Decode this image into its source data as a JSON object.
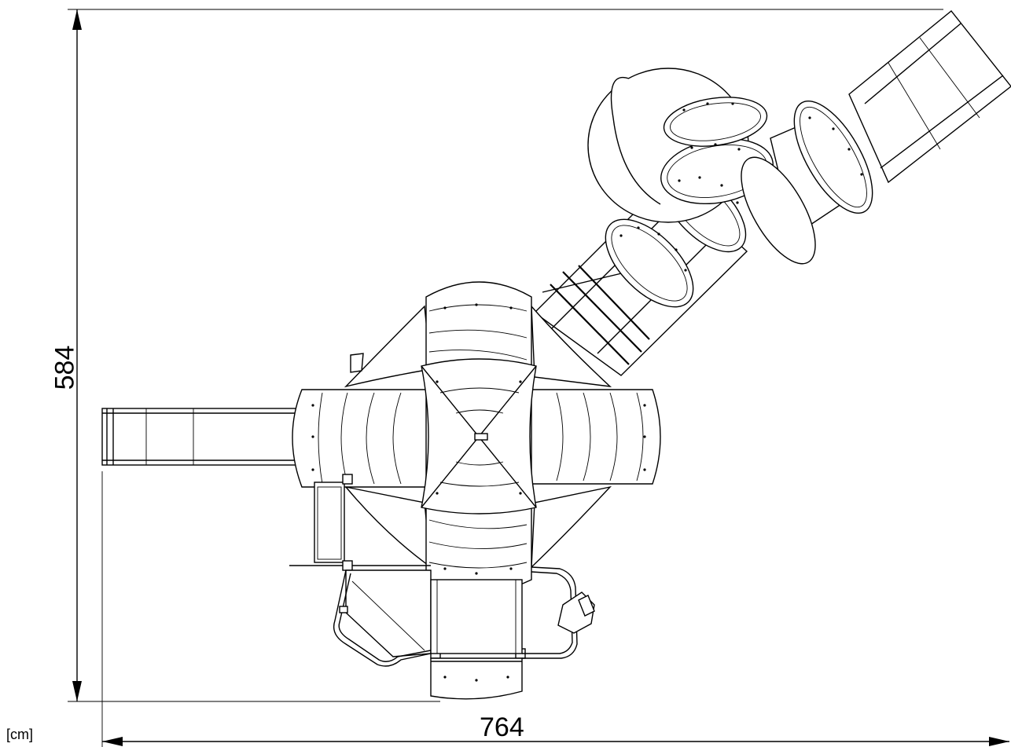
{
  "dimensions": {
    "width_label": "764",
    "height_label": "584",
    "unit_label": "[cm]"
  },
  "colors": {
    "line": "#000000",
    "background": "#ffffff"
  }
}
